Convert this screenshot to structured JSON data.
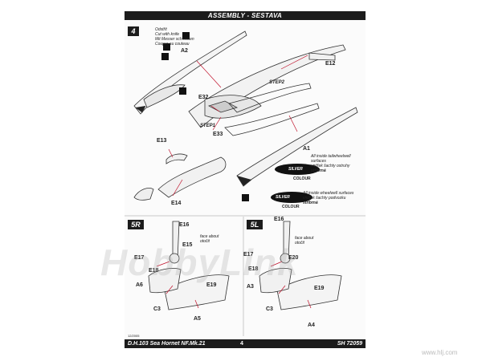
{
  "header": {
    "title": "ASSEMBLY - SESTAVA"
  },
  "footer": {
    "left": "D.H.103 Sea Hornet NF.Mk.21",
    "page": "4",
    "code": "SH 72059",
    "date": "12/2005"
  },
  "steps": {
    "step4": "4",
    "step5r": "5R",
    "step5l": "5L"
  },
  "instructions": {
    "cut_note": [
      "Odstřit",
      "Cut with knife",
      "Mit Messer schneiden",
      "Couper au couteau"
    ],
    "step1": "STEP1",
    "step2": "STEP2"
  },
  "parts": {
    "a1": "A1",
    "a2": "A2",
    "a3": "A3",
    "a4": "A4",
    "a5": "A5",
    "a6": "A6",
    "c3r": "C3",
    "c3l": "C3",
    "e12": "E12",
    "e13": "E13",
    "e14": "E14",
    "e15": "E15",
    "e16r": "E16",
    "e16l": "E16",
    "e17r": "E17",
    "e17l": "E17",
    "e18r": "E18",
    "e18l": "E18",
    "e19r": "E19",
    "e19l": "E19",
    "e20": "E20",
    "e32": "E32",
    "e33": "E33"
  },
  "paint_notes": {
    "silver1": "SILVER",
    "colour1": "COLOUR",
    "tail_note": [
      "All inside tailwheelwell",
      "surfaces",
      "vnitřek šachty ostruhy",
      "stříbrná"
    ],
    "silver2": "SILVER",
    "colour2": "COLOUR",
    "wheel_note": [
      "All inside wheelwell surfaces",
      "vnitřek šachty podvozku",
      "stříbrná"
    ]
  },
  "face_note_r": [
    "face about",
    "otočit"
  ],
  "face_note_l": [
    "face about",
    "otočit"
  ],
  "watermark": {
    "text": "HobbyLink",
    "url": "www.hlj.com"
  },
  "colors": {
    "bar": "#1c1c1c",
    "line": "#333333",
    "arrow": "#c0102a",
    "paint": "#111111"
  }
}
